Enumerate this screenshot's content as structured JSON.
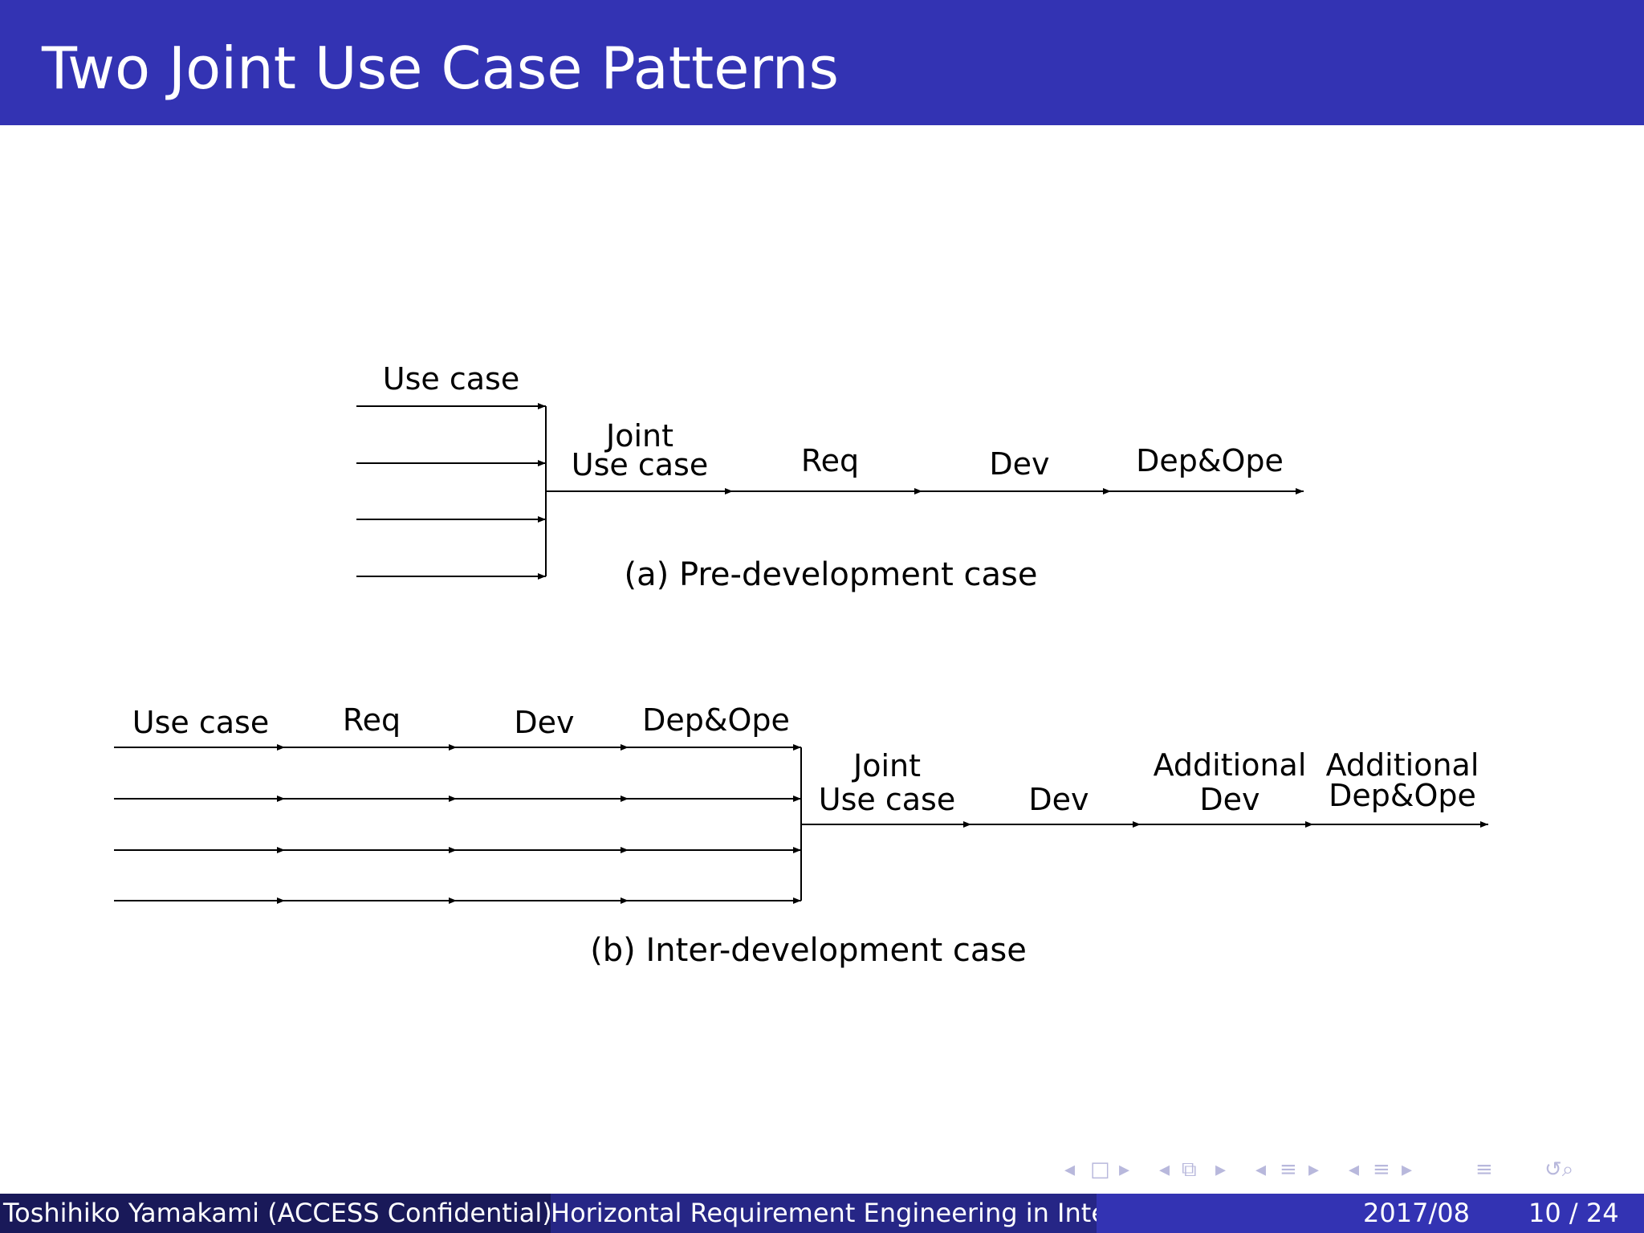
{
  "slide": {
    "title": "Two Joint Use Case Patterns"
  },
  "diagram_a": {
    "caption": "(a) Pre-development case",
    "input_label": "Use case",
    "joint_label_line1": "Joint",
    "joint_label_line2": "Use case",
    "stages": [
      "Req",
      "Dev",
      "Dep&Ope"
    ]
  },
  "diagram_b": {
    "caption": "(b) Inter-development case",
    "input_labels": [
      "Use case",
      "Req",
      "Dev",
      "Dep&Ope"
    ],
    "joint_label_line1": "Joint",
    "joint_label_line2": "Use case",
    "stage_dev": "Dev",
    "additional_dev_line1": "Additional",
    "additional_dev_line2": "Dev",
    "additional_dep_line1": "Additional",
    "additional_dep_line2": "Dep&Ope"
  },
  "footer": {
    "author": "Toshihiko Yamakami  (ACCESS Confidential)",
    "talk_title": "Horizontal Requirement Engineering in Integration of Multiple Service Systems",
    "date": "2017/08",
    "page": "10 / 24"
  },
  "nav_icons": [
    "nav-prev-frame-icon",
    "nav-frame-icon",
    "nav-next-frame-icon",
    "nav-prev-slide-icon",
    "nav-slide-icon",
    "nav-next-slide-icon",
    "nav-prev-section-icon",
    "nav-section-icon",
    "nav-next-section-icon",
    "nav-prev-subsection-icon",
    "nav-subsection-icon",
    "nav-next-subsection-icon",
    "nav-align-icon",
    "nav-search-icon"
  ],
  "colors": {
    "title_bar": "#3333b3",
    "footer_dark": "#191959",
    "footer_mid": "#262686",
    "footer_light": "#3333b3"
  }
}
